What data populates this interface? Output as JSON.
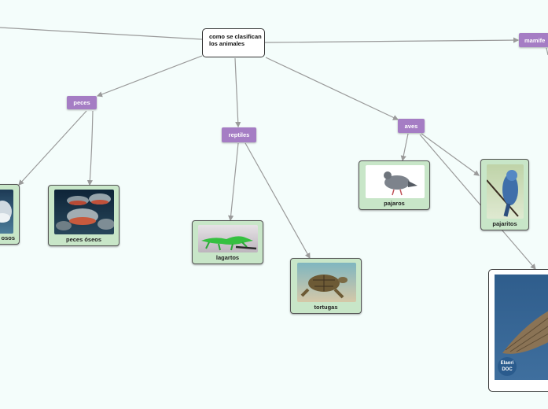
{
  "root": {
    "title": "como se clasifican los animales"
  },
  "categories": {
    "peces": "peces",
    "reptiles": "reptiles",
    "aves": "aves",
    "mamiferos": "mamife"
  },
  "cards": {
    "cartilaginosos": "osos",
    "peces_oseos": "peces óseos",
    "lagartos": "lagartos",
    "tortugas": "tortugas",
    "pajaros": "pajaros",
    "pajaritos": "pajaritos"
  },
  "watermark": "Elaori DOC",
  "colors": {
    "tag": "#a57dc4",
    "card": "#c8e6c8",
    "edge": "#9a9a9a",
    "background": "#f4fdfb"
  }
}
